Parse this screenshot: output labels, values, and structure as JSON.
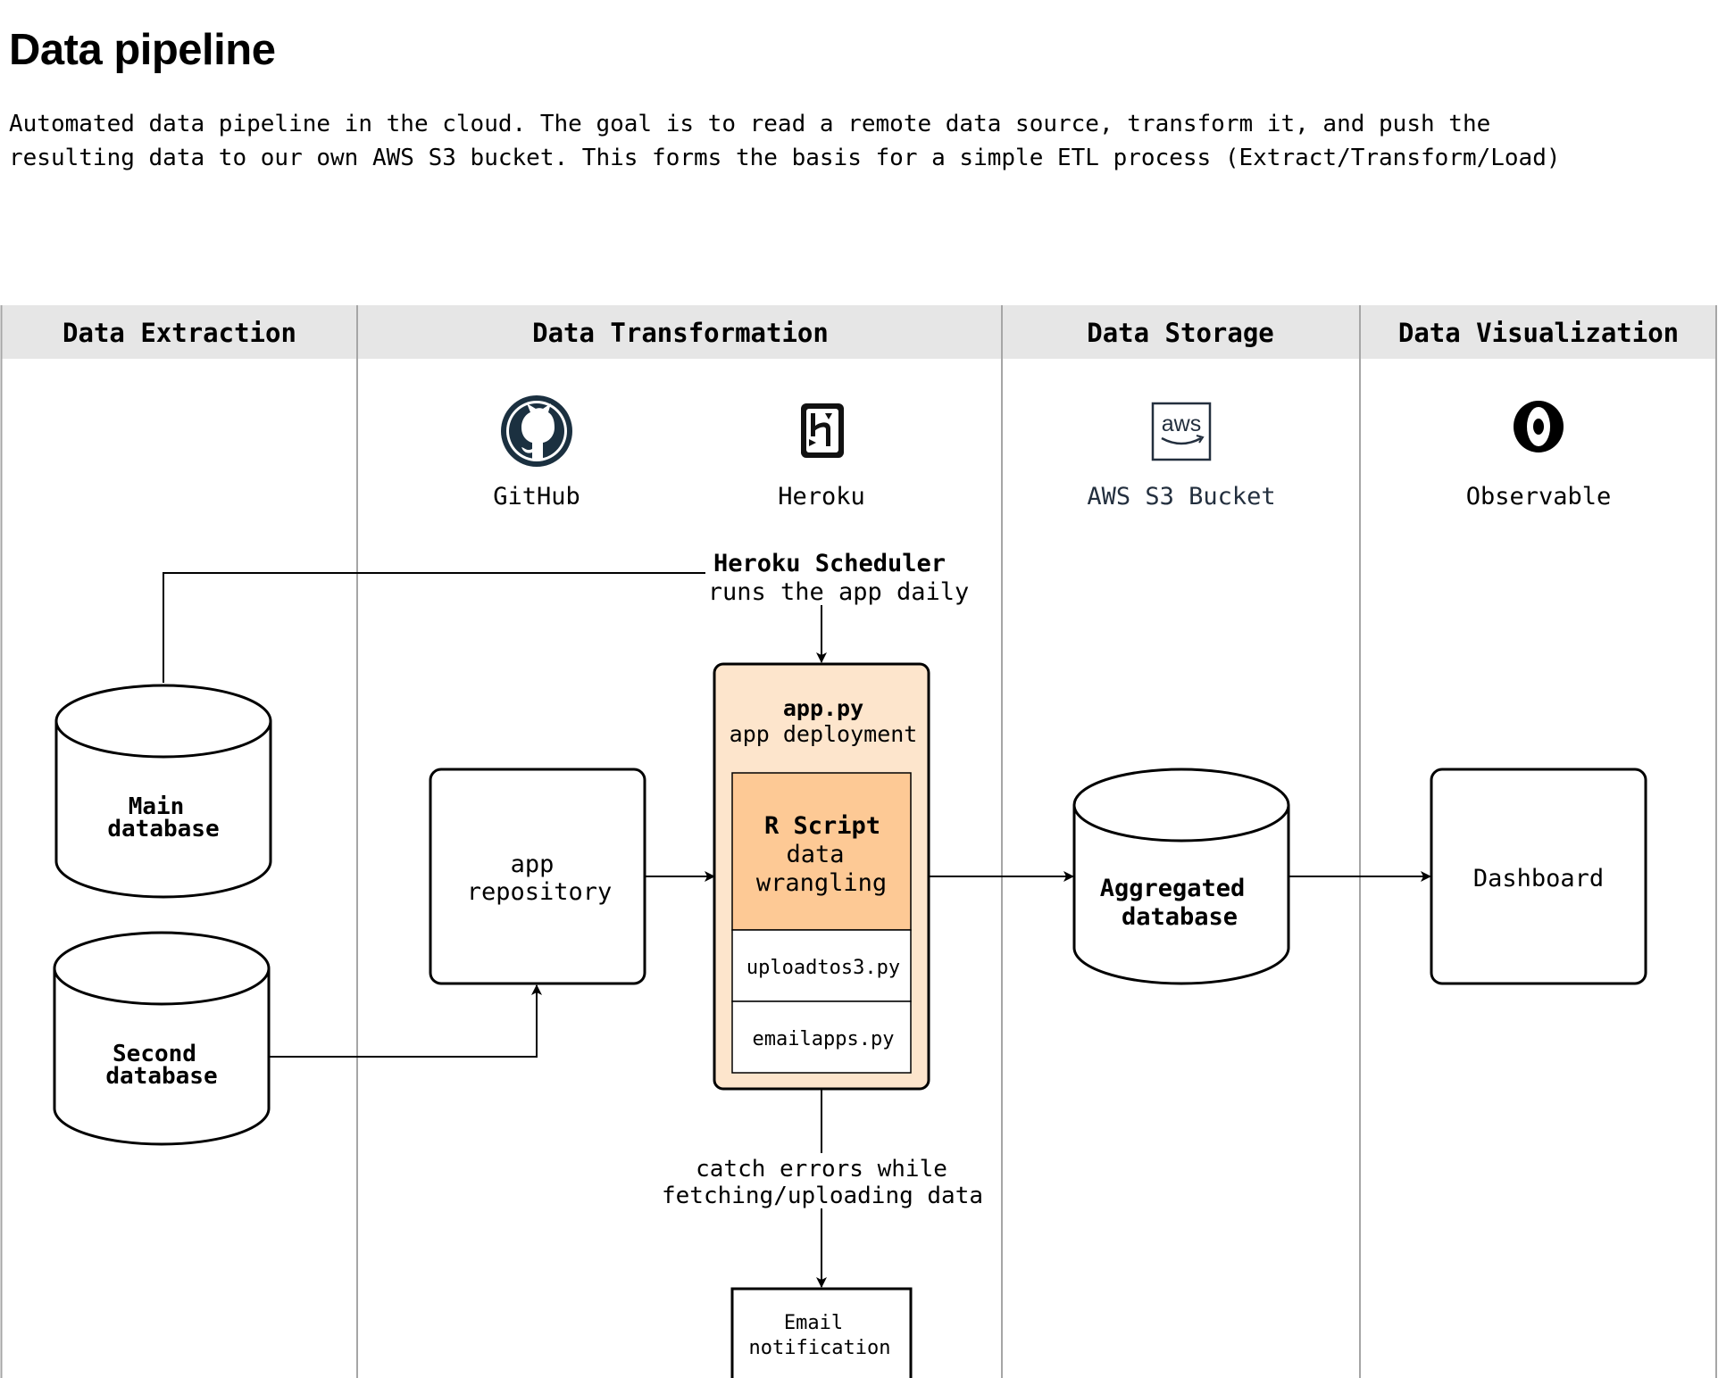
{
  "title": "Data pipeline",
  "description": [
    "Automated data pipeline in the cloud. The goal is to read a remote data source, transform it, and push the",
    "resulting data to our own AWS S3 bucket. This forms the basis for a simple ETL process (Extract/Transform/Load)"
  ],
  "lanes": {
    "extraction": "Data Extraction",
    "transformation": "Data Transformation",
    "storage": "Data Storage",
    "visualization": "Data Visualization"
  },
  "services": {
    "github": {
      "label": "GitHub",
      "icon": "github-icon"
    },
    "heroku": {
      "label": "Heroku",
      "icon": "heroku-icon"
    },
    "aws": {
      "label": "AWS S3 Bucket",
      "icon": "aws-icon",
      "icon_text": "aws",
      "color": "#232f3e"
    },
    "observable": {
      "label": "Observable",
      "icon": "observable-icon"
    }
  },
  "nodes": {
    "main_db": [
      "Main",
      "database"
    ],
    "second_db": [
      "Second",
      "database"
    ],
    "app_repo": [
      "app",
      "repository"
    ],
    "app": {
      "title": "app.py",
      "subtitle": "app deployment"
    },
    "r_script": {
      "title": "R Script",
      "line1": "data",
      "line2": "wrangling"
    },
    "upload": "uploadtos3.py",
    "email_apps": "emailapps.py",
    "aggregated_db": [
      "Aggregated",
      "database"
    ],
    "dashboard": "Dashboard",
    "email_notification": [
      "Email",
      "notification"
    ]
  },
  "labels": {
    "scheduler_title": "Heroku Scheduler",
    "scheduler_sub": "runs the app daily",
    "catch_line1": "catch errors while",
    "catch_line2": "fetching/uploading data"
  },
  "colors": {
    "lane_header_bg": "#e6e6e6",
    "app_container_fill": "#fde5cc",
    "r_script_fill": "#fdc995",
    "github_icon": "#1b3040"
  }
}
